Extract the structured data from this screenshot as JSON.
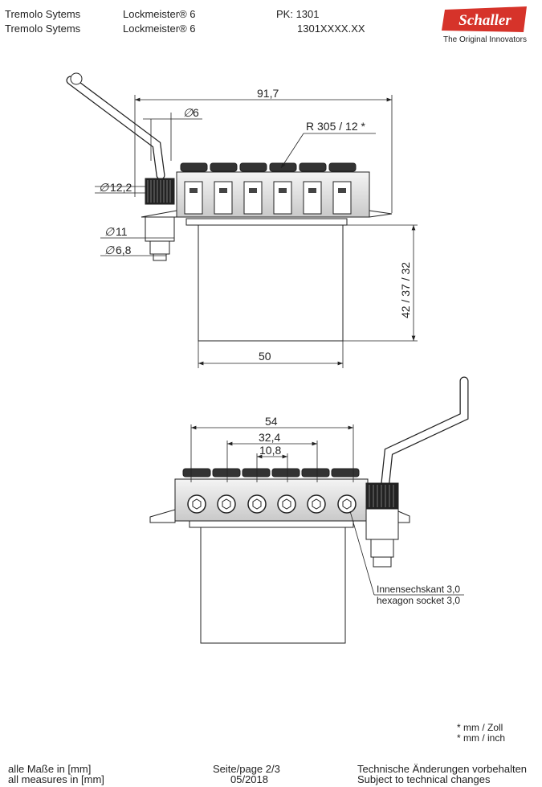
{
  "header": {
    "row1": {
      "series": "Tremolo Sytems",
      "model": "Lockmeister® 6",
      "pk": "PK: 1301"
    },
    "row2": {
      "series": "Tremolo Sytems",
      "model": "Lockmeister® 6",
      "code": "1301XXXX.XX"
    }
  },
  "logo": {
    "wordmark": "Schaller",
    "tagline": "The Original Innovators",
    "color": "#d6332a"
  },
  "top_view": {
    "dim_total_width": "91,7",
    "dim_arm_diameter": "6",
    "dim_radius": "R 305 / 12 *",
    "dim_knob_diameter": "12,2",
    "dim_stud_diameter": "11",
    "dim_stud_inner_diameter": "6,8",
    "dim_block_height": "42 / 37 / 32",
    "dim_block_width": "50"
  },
  "front_view": {
    "dim_outer_spacing": "54",
    "dim_mid_spacing": "32,4",
    "dim_inner_spacing": "10,8",
    "callout_de": "Innensechskant  3,0",
    "callout_en": "hexagon socket 3,0"
  },
  "notes": {
    "mm_zoll": "* mm / Zoll",
    "mm_inch": "* mm / inch"
  },
  "footer": {
    "units_de": "alle Maße in [mm]",
    "units_en": "all measures in [mm]",
    "page": "Seite/page 2/3",
    "date": "05/2018",
    "disclaimer_de": "Technische Änderungen vorbehalten",
    "disclaimer_en": "Subject to technical changes"
  }
}
